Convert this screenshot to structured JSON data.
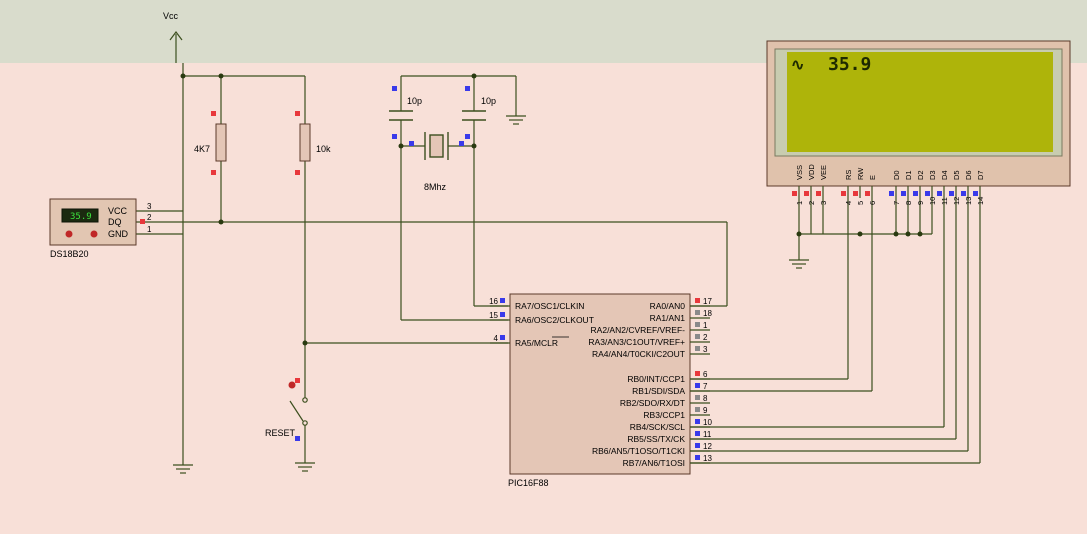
{
  "power": {
    "vcc_label": "Vcc"
  },
  "resistors": {
    "r1": {
      "value": "4K7"
    },
    "r2": {
      "value": "10k"
    }
  },
  "capacitors": {
    "c1": {
      "value": "10p"
    },
    "c2": {
      "value": "10p"
    }
  },
  "crystal": {
    "value": "8Mhz"
  },
  "switch": {
    "label": "RESET"
  },
  "sensor": {
    "name": "DS18B20",
    "display": "35.9",
    "pins": [
      {
        "label": "VCC",
        "number": "3"
      },
      {
        "label": "DQ",
        "number": "2"
      },
      {
        "label": "GND",
        "number": "1"
      }
    ]
  },
  "lcd": {
    "display_text": "35.9",
    "lcd_bg": "#aeb40a",
    "pins": [
      {
        "label": "VSS",
        "number": "1"
      },
      {
        "label": "VDD",
        "number": "2"
      },
      {
        "label": "VEE",
        "number": "3"
      },
      {
        "label": "RS",
        "number": "4"
      },
      {
        "label": "RW",
        "number": "5"
      },
      {
        "label": "E",
        "number": "6"
      },
      {
        "label": "D0",
        "number": "7"
      },
      {
        "label": "D1",
        "number": "8"
      },
      {
        "label": "D2",
        "number": "9"
      },
      {
        "label": "D3",
        "number": "10"
      },
      {
        "label": "D4",
        "number": "11"
      },
      {
        "label": "D5",
        "number": "12"
      },
      {
        "label": "D6",
        "number": "13"
      },
      {
        "label": "D7",
        "number": "14"
      }
    ]
  },
  "mcu": {
    "name": "PIC16F88",
    "left_pins": [
      {
        "label": "RA7/OSC1/CLKIN",
        "number": "16"
      },
      {
        "label": "RA6/OSC2/CLKOUT",
        "number": "15"
      },
      {
        "label": "RA5/MCLR",
        "number": "4"
      }
    ],
    "right_pins": [
      {
        "label": "RA0/AN0",
        "number": "17"
      },
      {
        "label": "RA1/AN1",
        "number": "18"
      },
      {
        "label": "RA2/AN2/CVREF/VREF-",
        "number": "1"
      },
      {
        "label": "RA3/AN3/C1OUT/VREF+",
        "number": "2"
      },
      {
        "label": "RA4/AN4/T0CKI/C2OUT",
        "number": "3"
      },
      {
        "label": "RB0/INT/CCP1",
        "number": "6"
      },
      {
        "label": "RB1/SDI/SDA",
        "number": "7"
      },
      {
        "label": "RB2/SDO/RX/DT",
        "number": "8"
      },
      {
        "label": "RB3/CCP1",
        "number": "9"
      },
      {
        "label": "RB4/SCK/SCL",
        "number": "10"
      },
      {
        "label": "RB5/SS/TX/CK",
        "number": "11"
      },
      {
        "label": "RB6/AN5/T1OSO/T1CKI",
        "number": "12"
      },
      {
        "label": "RB7/AN6/T1OSI",
        "number": "13"
      }
    ]
  }
}
